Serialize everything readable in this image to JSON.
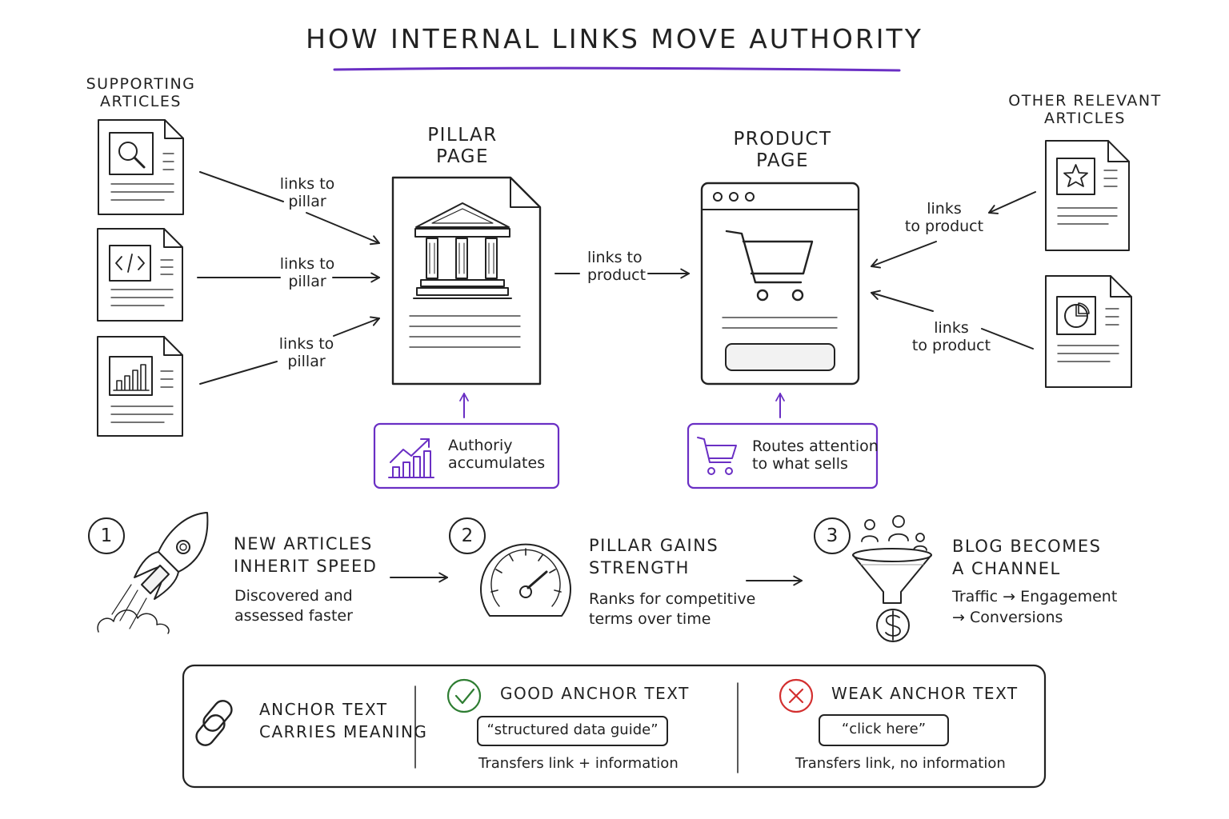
{
  "title": "How Internal Links Move Authority",
  "accent_color": "#6a2fc4",
  "supporting": {
    "heading_line1": "Supporting",
    "heading_line2": "Articles",
    "icons": [
      "magnifier-icon",
      "code-icon",
      "bar-chart-icon"
    ],
    "link_label_a": "links to",
    "link_label_b": "pillar"
  },
  "pillar": {
    "heading_line1": "Pillar",
    "heading_line2": "Page",
    "icon": "bank-columns-icon",
    "callout_line1": "Authoriy",
    "callout_line2": "accumulates",
    "callout_icon": "growth-chart-icon"
  },
  "pillar_to_product": {
    "label_line1": "links to",
    "label_line2": "product"
  },
  "product": {
    "heading_line1": "Product",
    "heading_line2": "Page",
    "icon": "shopping-cart-icon",
    "callout_line1": "Routes attention",
    "callout_line2": "to what sells",
    "callout_icon": "cart-icon"
  },
  "other": {
    "heading_line1": "Other Relevant",
    "heading_line2": "Articles",
    "icons": [
      "star-icon",
      "pie-chart-icon"
    ],
    "link_label_a": "links",
    "link_label_b": "to product"
  },
  "steps": [
    {
      "number": "1",
      "icon": "rocket-icon",
      "heading_line1": "New Articles",
      "heading_line2": "Inherit Speed",
      "desc_line1": "Discovered and",
      "desc_line2": "assessed faster"
    },
    {
      "number": "2",
      "icon": "gauge-icon",
      "heading_line1": "Pillar Gains",
      "heading_line2": "Strength",
      "desc_line1": "Ranks for competitive",
      "desc_line2": "terms over time"
    },
    {
      "number": "3",
      "icon": "funnel-icon",
      "heading_line1": "Blog Becomes",
      "heading_line2": "A Channel",
      "desc_line1": "Traffic → Engagement",
      "desc_line2": "→ Conversions"
    }
  ],
  "anchor": {
    "heading_line1": "Anchor Text",
    "heading_line2": "Carries Meaning",
    "icon": "chain-link-icon",
    "good_heading": "Good Anchor Text",
    "good_example": "“structured data guide”",
    "good_note": "Transfers link + information",
    "good_color": "#2e7d32",
    "weak_heading": "Weak Anchor Text",
    "weak_example": "“click here”",
    "weak_note": "Transfers link, no information",
    "weak_color": "#d32f2f"
  }
}
